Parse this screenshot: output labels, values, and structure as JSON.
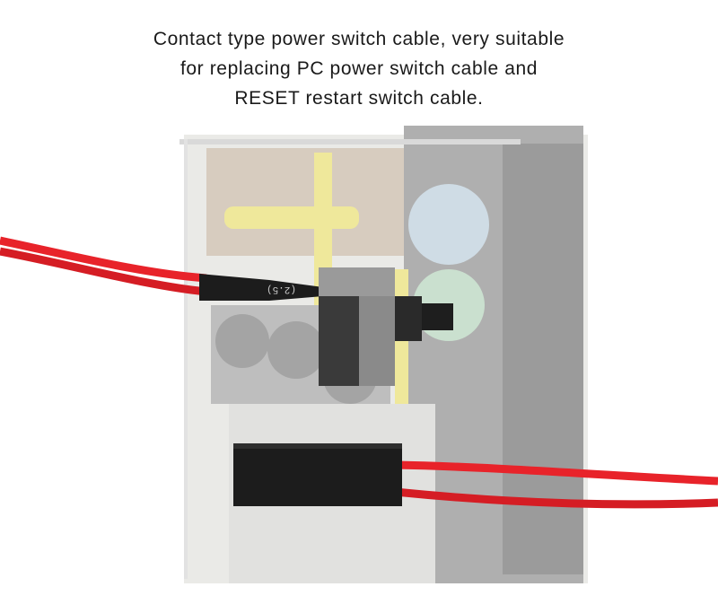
{
  "caption": {
    "lines": [
      "Contact type power switch cable, very suitable",
      "for replacing PC power switch cable and",
      "RESET restart switch cable."
    ]
  },
  "heat_shrink_marking": "(2.5)",
  "colors": {
    "cable": "#e8232a",
    "connector": "#1c1c1c",
    "switch_body": "#8a8a8a",
    "background_case": "#c8c8c0",
    "accent_yellow": "#e9dc5a"
  }
}
